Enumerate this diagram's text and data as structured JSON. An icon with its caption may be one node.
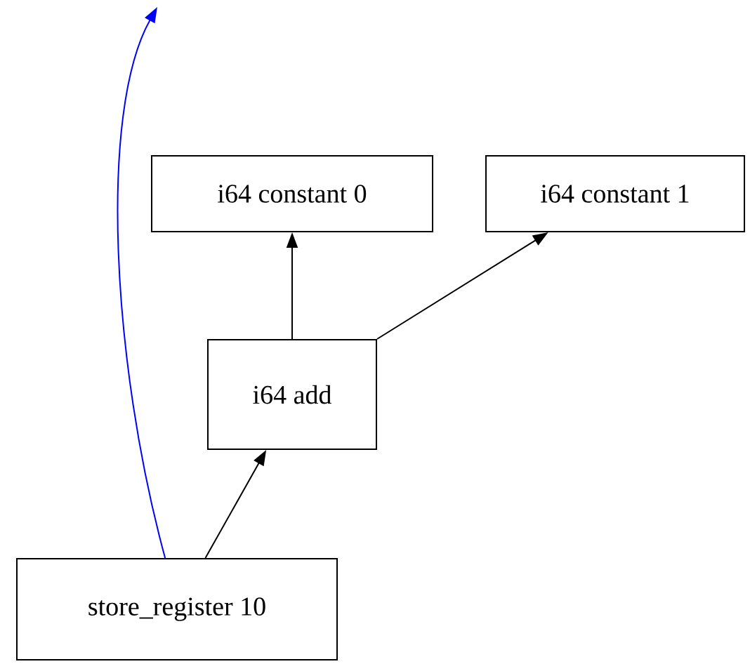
{
  "diagram": {
    "nodes": [
      {
        "text": [
          "i64 constant 0"
        ]
      },
      {
        "text": [
          "i64 constant 1"
        ]
      },
      {
        "text": [
          "i64 add"
        ]
      },
      {
        "text": [
          "store_register 10"
        ]
      }
    ],
    "edges": [
      {
        "from": 2,
        "to": 0,
        "arrow": "to"
      },
      {
        "from": 2,
        "to": 1,
        "arrow": "to"
      },
      {
        "from": 3,
        "to": 2,
        "arrow": "to"
      },
      {
        "from": 3,
        "to": null,
        "arrow": "to",
        "color": "#0000ff"
      }
    ]
  }
}
